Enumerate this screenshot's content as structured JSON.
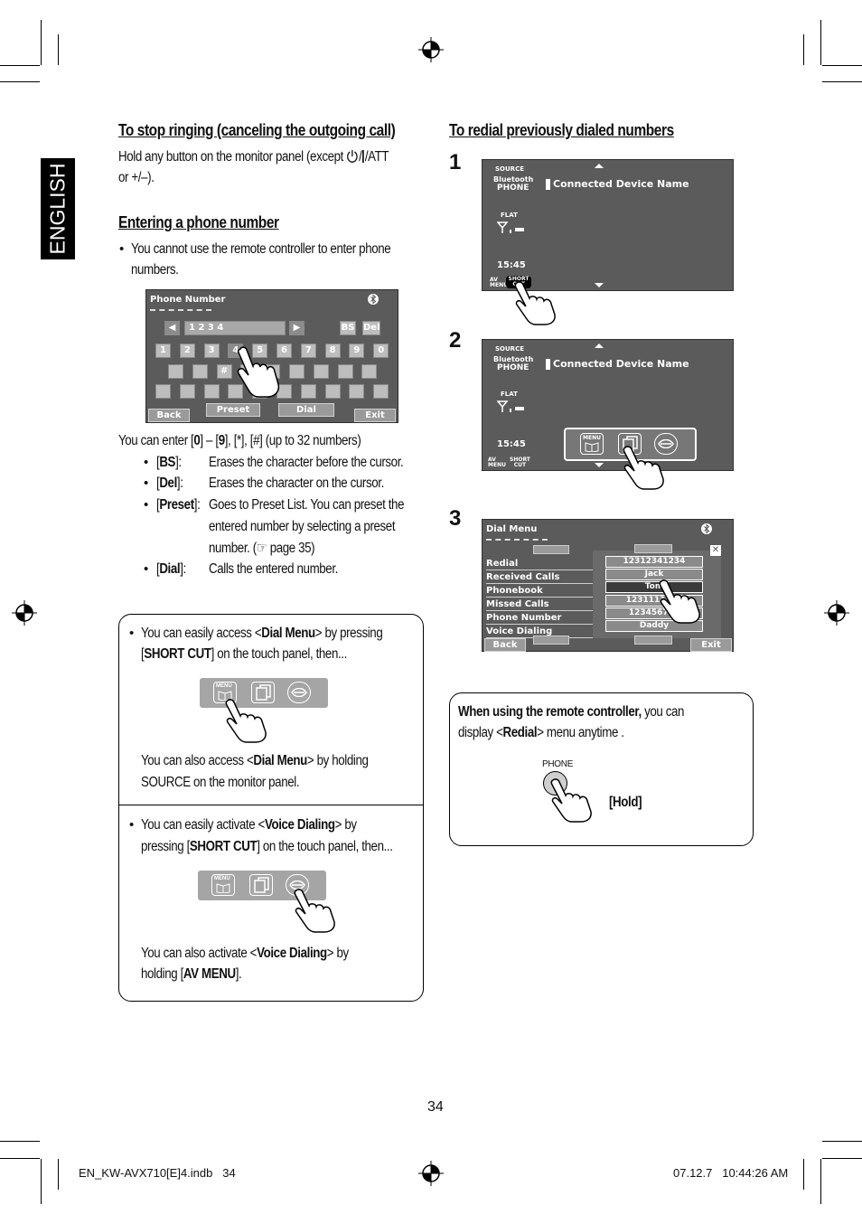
{
  "language_tab": "ENGLISH",
  "left": {
    "stop_ringing": {
      "heading": "To stop ringing (canceling the outgoing call)",
      "line1_pre": "Hold any button on the monitor panel (except ",
      "line1_post": "/ATT",
      "line2": "or +/–)."
    },
    "entering": {
      "heading": "Entering a phone number",
      "bullet": "You cannot use the remote controller to enter phone",
      "bullet_line2": "numbers."
    },
    "phone_screen": {
      "title": "Phone Number",
      "entry": "1 2 3 4",
      "bs": "BS",
      "del": "Del",
      "digits": [
        "1",
        "2",
        "3",
        "4",
        "5",
        "6",
        "7",
        "8",
        "9",
        "0"
      ],
      "hash": "#",
      "star": "*",
      "back": "Back",
      "preset": "Preset",
      "dial": "Dial",
      "exit": "Exit"
    },
    "enter_info": {
      "pre": "You can enter [",
      "zero": "0",
      "mid": "] – [",
      "nine": "9",
      "post": "], [*], [#] (up to 32 numbers)"
    },
    "keys": [
      {
        "key": "BS",
        "desc": "Erases the character before the cursor."
      },
      {
        "key": "Del",
        "desc": "Erases the character on the cursor."
      },
      {
        "key": "Preset",
        "desc": "Goes to Preset List. You can preset the",
        "desc2": "entered number by selecting a preset",
        "desc3": "number. (☞ page 35)"
      },
      {
        "key": "Dial",
        "desc": "Calls the entered number."
      }
    ],
    "box1": {
      "l1_a": "You can easily access <",
      "l1_b": "Dial Menu",
      "l1_c": "> by pressing",
      "l2_a": "[",
      "l2_b": "SHORT CUT",
      "l2_c": "] on the touch panel, then...",
      "l3_a": "You can also access <",
      "l3_b": "Dial Menu",
      "l3_c": "> by holding",
      "l4": "SOURCE on the monitor panel."
    },
    "box2": {
      "l1_a": "You can easily activate <",
      "l1_b": "Voice Dialing",
      "l1_c": "> by",
      "l2_a": "pressing [",
      "l2_b": "SHORT CUT",
      "l2_c": "] on the touch panel, then...",
      "l3_a": "You can also activate <",
      "l3_b": "Voice Dialing",
      "l3_c": "> by",
      "l4_a": "holding [",
      "l4_b": "AV MENU",
      "l4_c": "]."
    },
    "menu_icon_text": "MENU"
  },
  "right": {
    "heading": "To redial previously dialed numbers",
    "steps": [
      "1",
      "2",
      "3"
    ],
    "bt_screen": {
      "source": "SOURCE",
      "bluetooth": "Bluetooth",
      "phone": "PHONE",
      "device": "Connected Device Name",
      "flat": "FLAT",
      "time": "15:45",
      "av": "AV",
      "menu": "MENU",
      "short": "SHORT",
      "cut": "CUT"
    },
    "dial_menu": {
      "title": "Dial Menu",
      "items": [
        "Redial",
        "Received Calls",
        "Phonebook",
        "Missed Calls",
        "Phone Number",
        "Voice Dialing"
      ],
      "list": [
        "12312341234",
        "Jack",
        "Tom",
        "1231111122",
        "123456789",
        "Daddy"
      ],
      "back": "Back",
      "exit": "Exit"
    },
    "remote_box": {
      "l1_bold": "When using the remote controller,",
      "l1_rest": " you can",
      "l2_a": "display <",
      "l2_b": "Redial",
      "l2_c": "> menu anytime .",
      "phone_label": "PHONE",
      "hold": "[Hold]"
    }
  },
  "page_number": "34",
  "footer": {
    "left": "EN_KW-AVX710[E]4.indb   34",
    "right": "07.12.7   10:44:26 AM"
  }
}
